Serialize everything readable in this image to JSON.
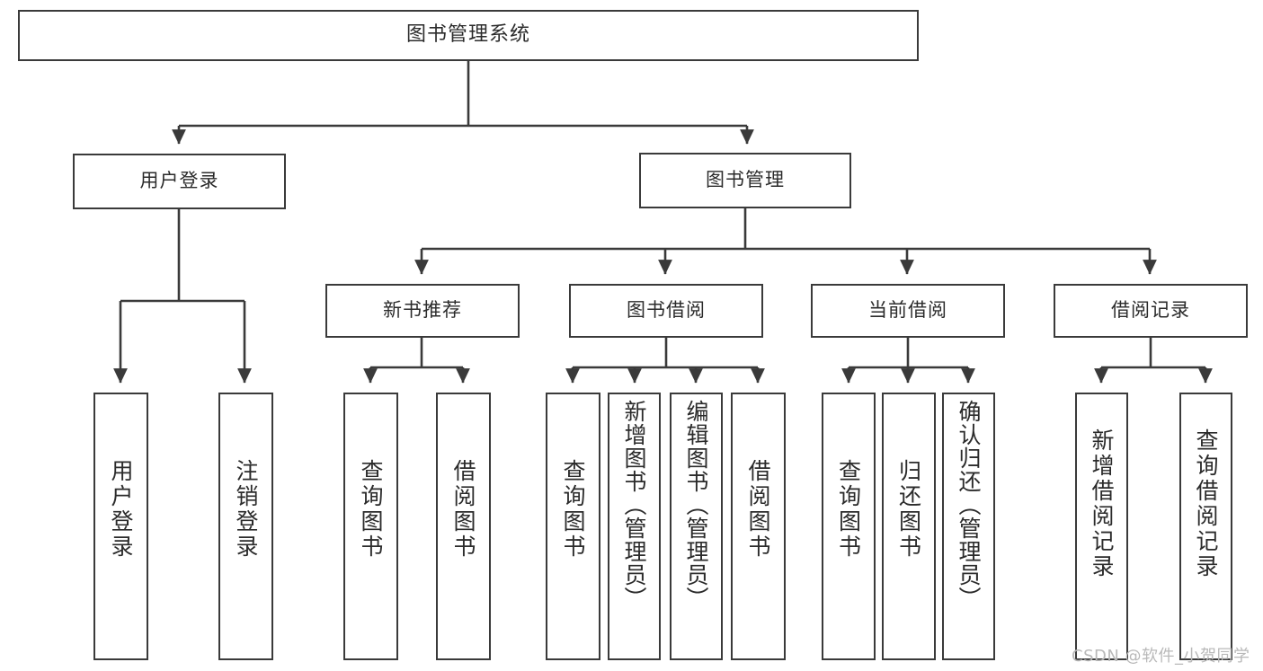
{
  "diagram": {
    "title": "图书管理系统",
    "type": "hierarchy-tree",
    "watermark": "CSDN @软件_小贺同学",
    "colors": {
      "box_border": "#3a3a3a",
      "box_fill": "#ffffff",
      "connector": "#3a3a3a",
      "text": "#2b2b2b",
      "watermark": "#b9b9b9"
    },
    "nodes": {
      "root": {
        "label": "图书管理系统",
        "level": 0
      },
      "l1": [
        {
          "id": "user-login",
          "label": "用户登录"
        },
        {
          "id": "book-manage",
          "label": "图书管理"
        }
      ],
      "l2": [
        {
          "id": "new-book-recommend",
          "label": "新书推荐"
        },
        {
          "id": "book-borrow",
          "label": "图书借阅"
        },
        {
          "id": "current-borrow",
          "label": "当前借阅"
        },
        {
          "id": "borrow-record",
          "label": "借阅记录"
        }
      ],
      "leaves": {
        "user-login": [
          {
            "id": "leaf-user-login",
            "label": "用户登录"
          },
          {
            "id": "leaf-logout-login",
            "label": "注销登录"
          }
        ],
        "new-book-recommend": [
          {
            "id": "leaf-query-book-1",
            "label": "查询图书"
          },
          {
            "id": "leaf-borrow-book-1",
            "label": "借阅图书"
          }
        ],
        "book-borrow": [
          {
            "id": "leaf-query-book-2",
            "label": "查询图书"
          },
          {
            "id": "leaf-add-book-admin",
            "label": "新增图书（管理员）"
          },
          {
            "id": "leaf-edit-book-admin",
            "label": "编辑图书（管理员）"
          },
          {
            "id": "leaf-borrow-book-2",
            "label": "借阅图书"
          }
        ],
        "current-borrow": [
          {
            "id": "leaf-query-book-3",
            "label": "查询图书"
          },
          {
            "id": "leaf-return-book",
            "label": "归还图书"
          },
          {
            "id": "leaf-confirm-return-admin",
            "label": "确认归还（管理员）"
          }
        ],
        "borrow-record": [
          {
            "id": "leaf-add-borrow-record",
            "label": "新增借阅记录"
          },
          {
            "id": "leaf-query-borrow-record",
            "label": "查询借阅记录"
          }
        ]
      }
    }
  }
}
